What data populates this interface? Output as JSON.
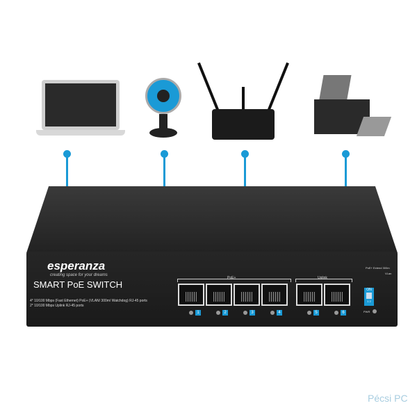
{
  "brand": {
    "name": "esperanza",
    "tagline": "creating space for your dreams"
  },
  "product": {
    "title": "SMART PoE SWITCH",
    "spec1": "4* 10/100 Mbps (Fast Ethernet) PoE+ (VLAN/ 300m/ Watchdog) RJ-45 ports",
    "spec2": "2* 10/100 Mbps Uplink RJ-45 ports"
  },
  "groups": {
    "poe": "PoE+",
    "uplink": "Uplink"
  },
  "ports": [
    "1",
    "2",
    "3",
    "4",
    "5",
    "6"
  ],
  "dip": {
    "label1": "PoE+ Extend 300m",
    "label2": "VLan",
    "on": "ON",
    "nums": "1 2",
    "pwr": "PWR"
  },
  "watermark": {
    "text": "Pécsi PC"
  },
  "accent": "#1a9ad6"
}
